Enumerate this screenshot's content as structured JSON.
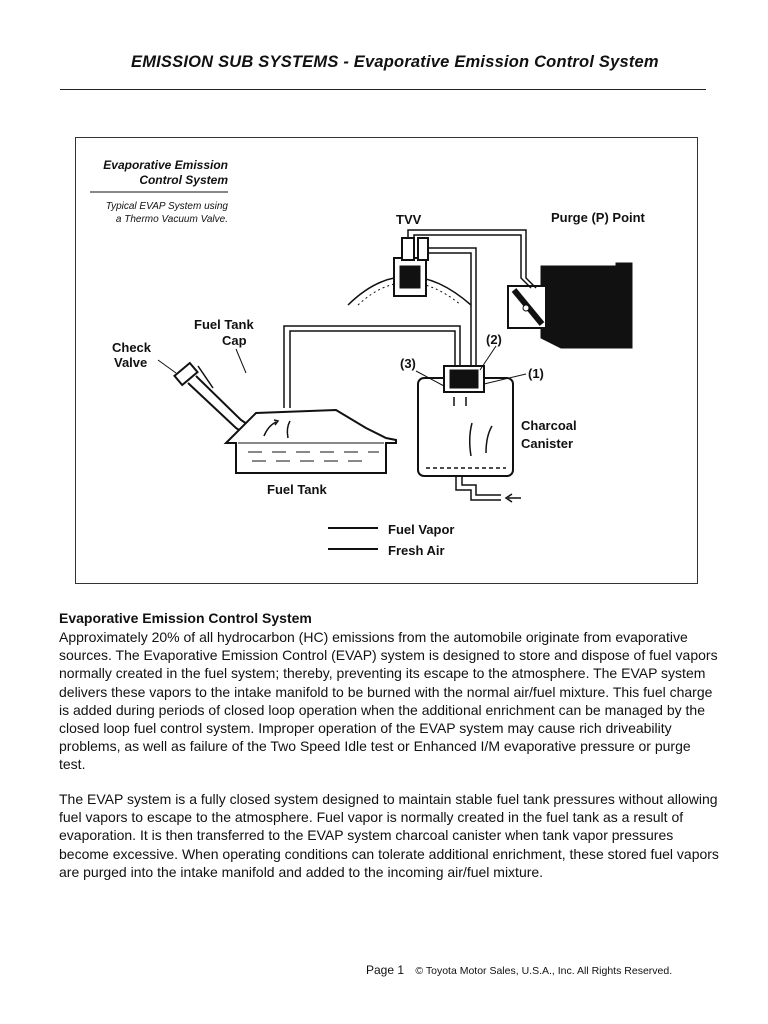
{
  "header": {
    "title": "EMISSION SUB SYSTEMS - Evaporative Emission Control System"
  },
  "figure": {
    "caption_title_line1": "Evaporative Emission",
    "caption_title_line2": "Control System",
    "caption_sub_line1": "Typical EVAP System using",
    "caption_sub_line2": "a Thermo Vacuum Valve.",
    "labels": {
      "tvv": "TVV",
      "purge_point": "Purge (P) Point",
      "fuel_tank_cap_line1": "Fuel Tank",
      "fuel_tank_cap_line2": "Cap",
      "check_valve_line1": "Check",
      "check_valve_line2": "Valve",
      "port_1": "(1)",
      "port_2": "(2)",
      "port_3": "(3)",
      "charcoal_line1": "Charcoal",
      "charcoal_line2": "Canister",
      "fuel_tank": "Fuel Tank"
    },
    "legend": [
      {
        "label": "Fuel Vapor"
      },
      {
        "label": "Fresh Air"
      }
    ]
  },
  "section": {
    "heading": "Evaporative Emission Control System",
    "paragraph1": "Approximately 20% of all hydrocarbon (HC) emissions from the automobile originate from evaporative sources. The Evaporative Emission Control (EVAP) system is designed to store and dispose of fuel vapors normally created in the fuel system; thereby, preventing its escape to the atmosphere. The EVAP system delivers these vapors to the intake manifold to be burned with the normal air/fuel mixture. This fuel charge is added during periods of closed loop operation when the additional enrichment can be managed by the closed loop fuel control system. Improper operation of the EVAP system may cause rich driveability problems, as well as failure of the Two Speed Idle test or Enhanced I/M evaporative pressure or purge test.",
    "paragraph2": "The EVAP system is a fully closed system designed to maintain stable fuel tank pressures without allowing fuel vapors to escape to the atmosphere. Fuel vapor is normally created in the fuel tank as a result of evaporation. It is then transferred to the EVAP system charcoal canister when tank vapor pressures become excessive. When operating conditions can tolerate additional enrichment, these stored fuel vapors are purged into the intake manifold and added to the incoming air/fuel mixture."
  },
  "footer": {
    "page": "Page 1",
    "copyright": "© Toyota Motor Sales, U.S.A., Inc. All Rights Reserved."
  }
}
